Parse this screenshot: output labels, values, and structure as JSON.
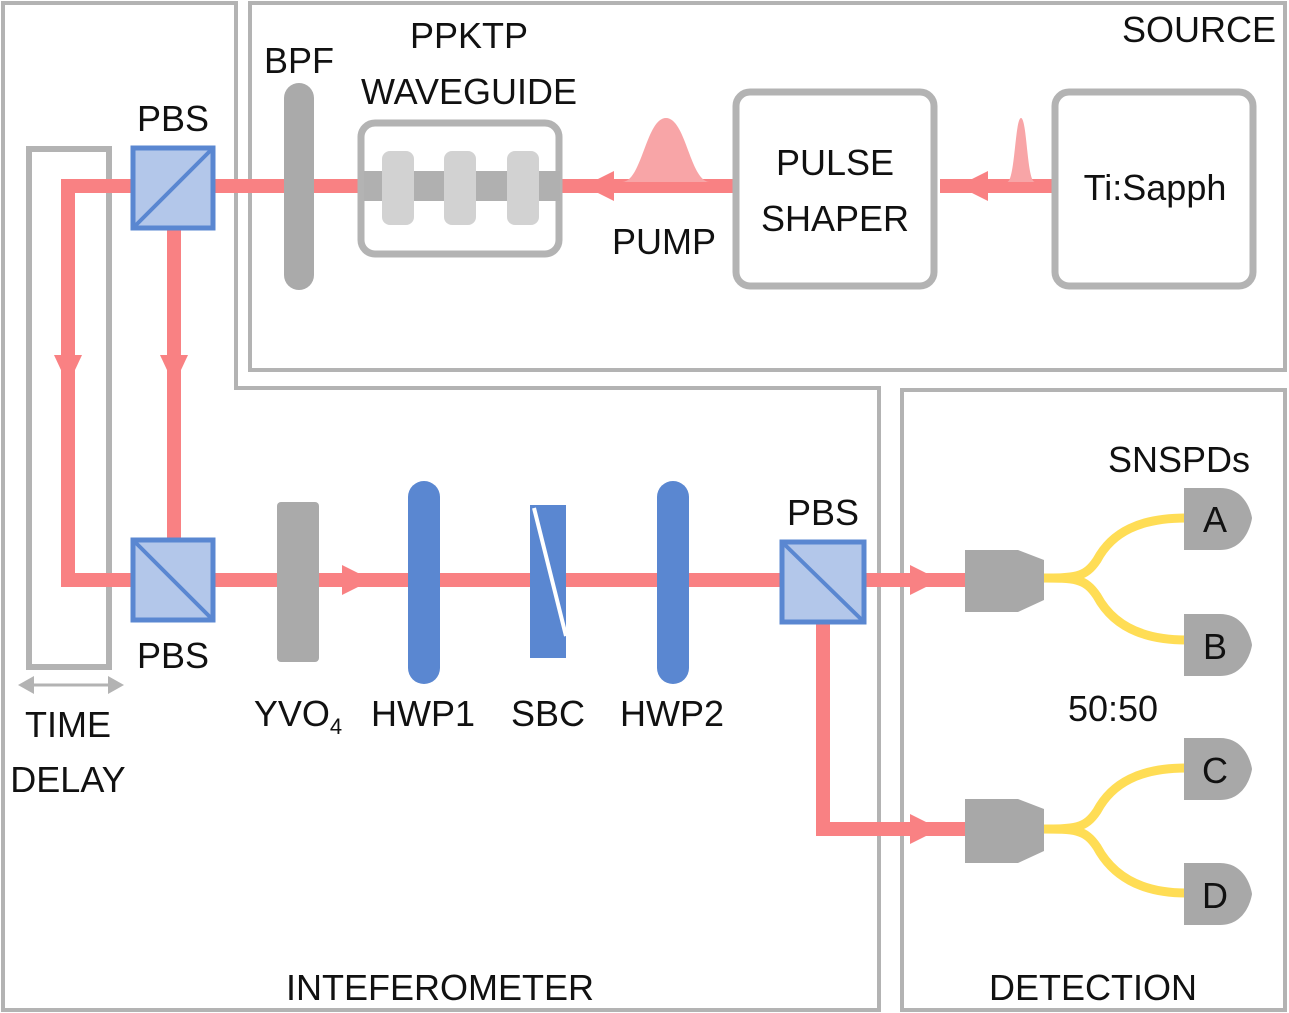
{
  "sections": {
    "source": "SOURCE",
    "interferometer": "INTEFEROMETER",
    "detection": "DETECTION"
  },
  "components": {
    "bpf": "BPF",
    "ppktp_line1": "PPKTP",
    "ppktp_line2": "WAVEGUIDE",
    "pulse_shaper_line1": "PULSE",
    "pulse_shaper_line2": "SHAPER",
    "laser": "Ti:Sapph",
    "pump": "PUMP",
    "pbs_top": "PBS",
    "pbs_bottom": "PBS",
    "pbs_right": "PBS",
    "time_delay_line1": "TIME",
    "time_delay_line2": "DELAY",
    "yvo4_main": "YVO",
    "yvo4_sub": "4",
    "hwp1": "HWP1",
    "sbc": "SBC",
    "hwp2": "HWP2",
    "snspds": "SNSPDs",
    "ratio": "50:50",
    "detector_a": "A",
    "detector_b": "B",
    "detector_c": "C",
    "detector_d": "D"
  },
  "colors": {
    "beam": "#f98183",
    "pulse": "#f8a5a7",
    "box_outline": "#b3b3b3",
    "optic_gray": "#aaaaaa",
    "waveplate_blue": "#5a87d1",
    "pbs_fill": "#b3c7ea",
    "pbs_edge": "#5a87d1",
    "fiber_yellow": "#ffdd55",
    "detector_gray": "#a8a8a8"
  }
}
